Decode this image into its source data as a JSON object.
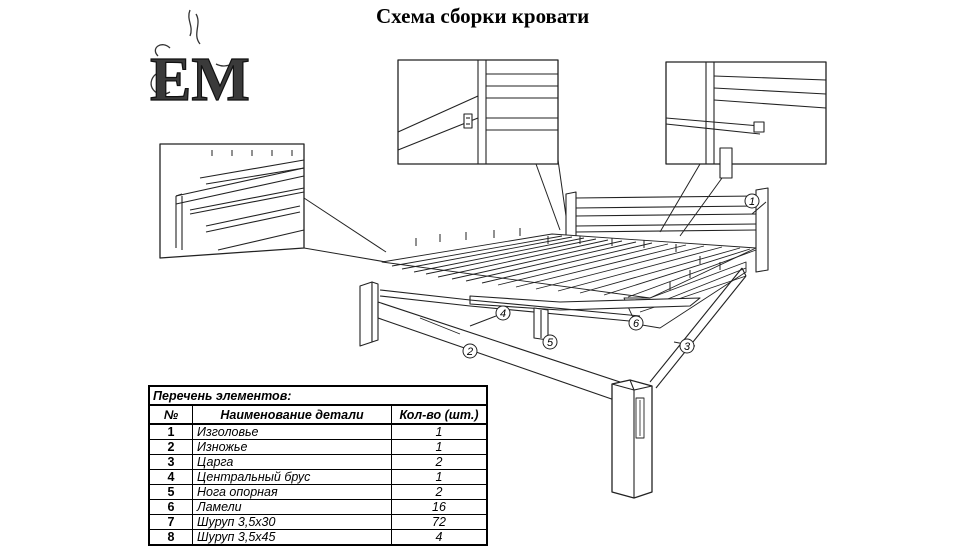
{
  "title": "Схема сборки кровати",
  "logo": {
    "letters": "ЕМ"
  },
  "table": {
    "caption": "Перечень элементов:",
    "headers": {
      "num": "№",
      "name": "Наименование детали",
      "qty": "Кол-во (шт.)"
    },
    "rows": [
      {
        "num": "1",
        "name": "Изголовье",
        "qty": "1"
      },
      {
        "num": "2",
        "name": "Изножье",
        "qty": "1"
      },
      {
        "num": "3",
        "name": "Царга",
        "qty": "2"
      },
      {
        "num": "4",
        "name": "Центральный брус",
        "qty": "1"
      },
      {
        "num": "5",
        "name": "Нога опорная",
        "qty": "2"
      },
      {
        "num": "6",
        "name": "Ламели",
        "qty": "16"
      },
      {
        "num": "7",
        "name": "Шуруп 3,5х30",
        "qty": "72"
      },
      {
        "num": "8",
        "name": "Шуруп 3,5х45",
        "qty": "4"
      }
    ]
  },
  "callouts": [
    "1",
    "2",
    "3",
    "4",
    "5",
    "6"
  ]
}
